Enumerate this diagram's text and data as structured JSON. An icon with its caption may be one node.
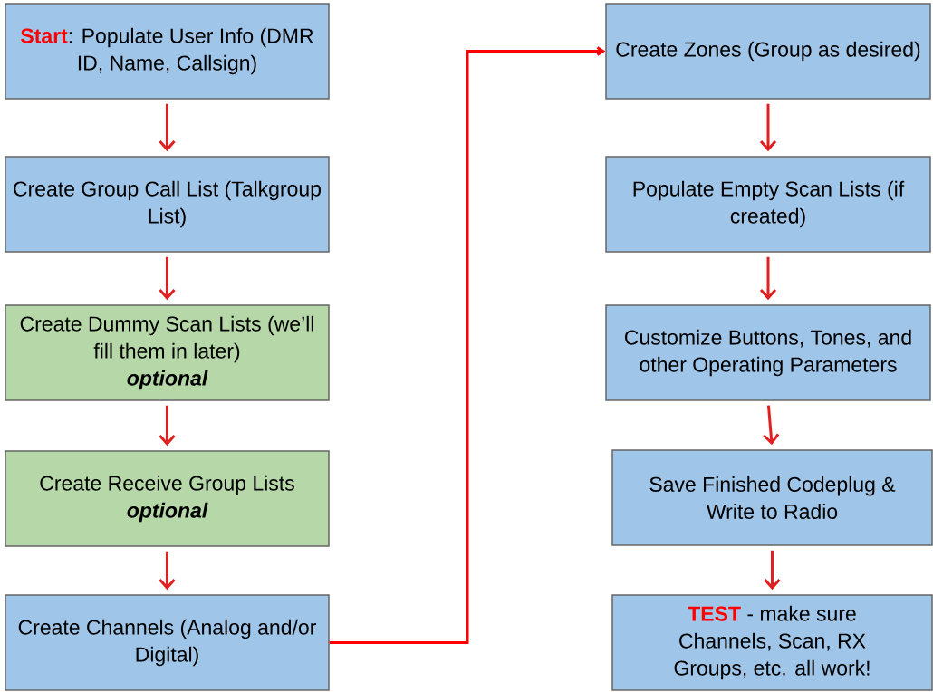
{
  "diagram": {
    "nodes": [
      {
        "text": [
          "**Start**: Populate User Info (DMR ID, Name, Callsign)"
        ]
      },
      {
        "text": [
          "Create Group Call List (Talkgroup List)"
        ]
      },
      {
        "text": [
          "Create Dummy Scan Lists (we’ll fill them in later)",
          "optional"
        ]
      },
      {
        "text": [
          "Create Receive Group Lists",
          "optional"
        ]
      },
      {
        "text": [
          "Create Channels (Analog and/or Digital)"
        ]
      },
      {
        "text": [
          "Create Zones (Group as desired)"
        ]
      },
      {
        "text": [
          "Populate Empty Scan Lists (if created)"
        ]
      },
      {
        "text": [
          "Customize Buttons, Tones, and other Operating Parameters"
        ]
      },
      {
        "text": [
          "Save Finished Codeplug & Write to Radio"
        ]
      },
      {
        "text": [
          "**TEST** - make sure Channels, Scan, RX Groups, etc. all work!"
        ]
      }
    ],
    "edges": [
      {
        "from": 0,
        "to": 1,
        "arrow": "to"
      },
      {
        "from": 1,
        "to": 2,
        "arrow": "to"
      },
      {
        "from": 2,
        "to": 3,
        "arrow": "to"
      },
      {
        "from": 3,
        "to": 4,
        "arrow": "to"
      },
      {
        "from": 4,
        "to": 5,
        "arrow": "to",
        "color": "#ff0000"
      },
      {
        "from": 5,
        "to": 6,
        "arrow": "to"
      },
      {
        "from": 6,
        "to": 7,
        "arrow": "to"
      },
      {
        "from": 7,
        "to": 8,
        "arrow": "to"
      },
      {
        "from": 8,
        "to": 9,
        "arrow": "to"
      }
    ]
  }
}
